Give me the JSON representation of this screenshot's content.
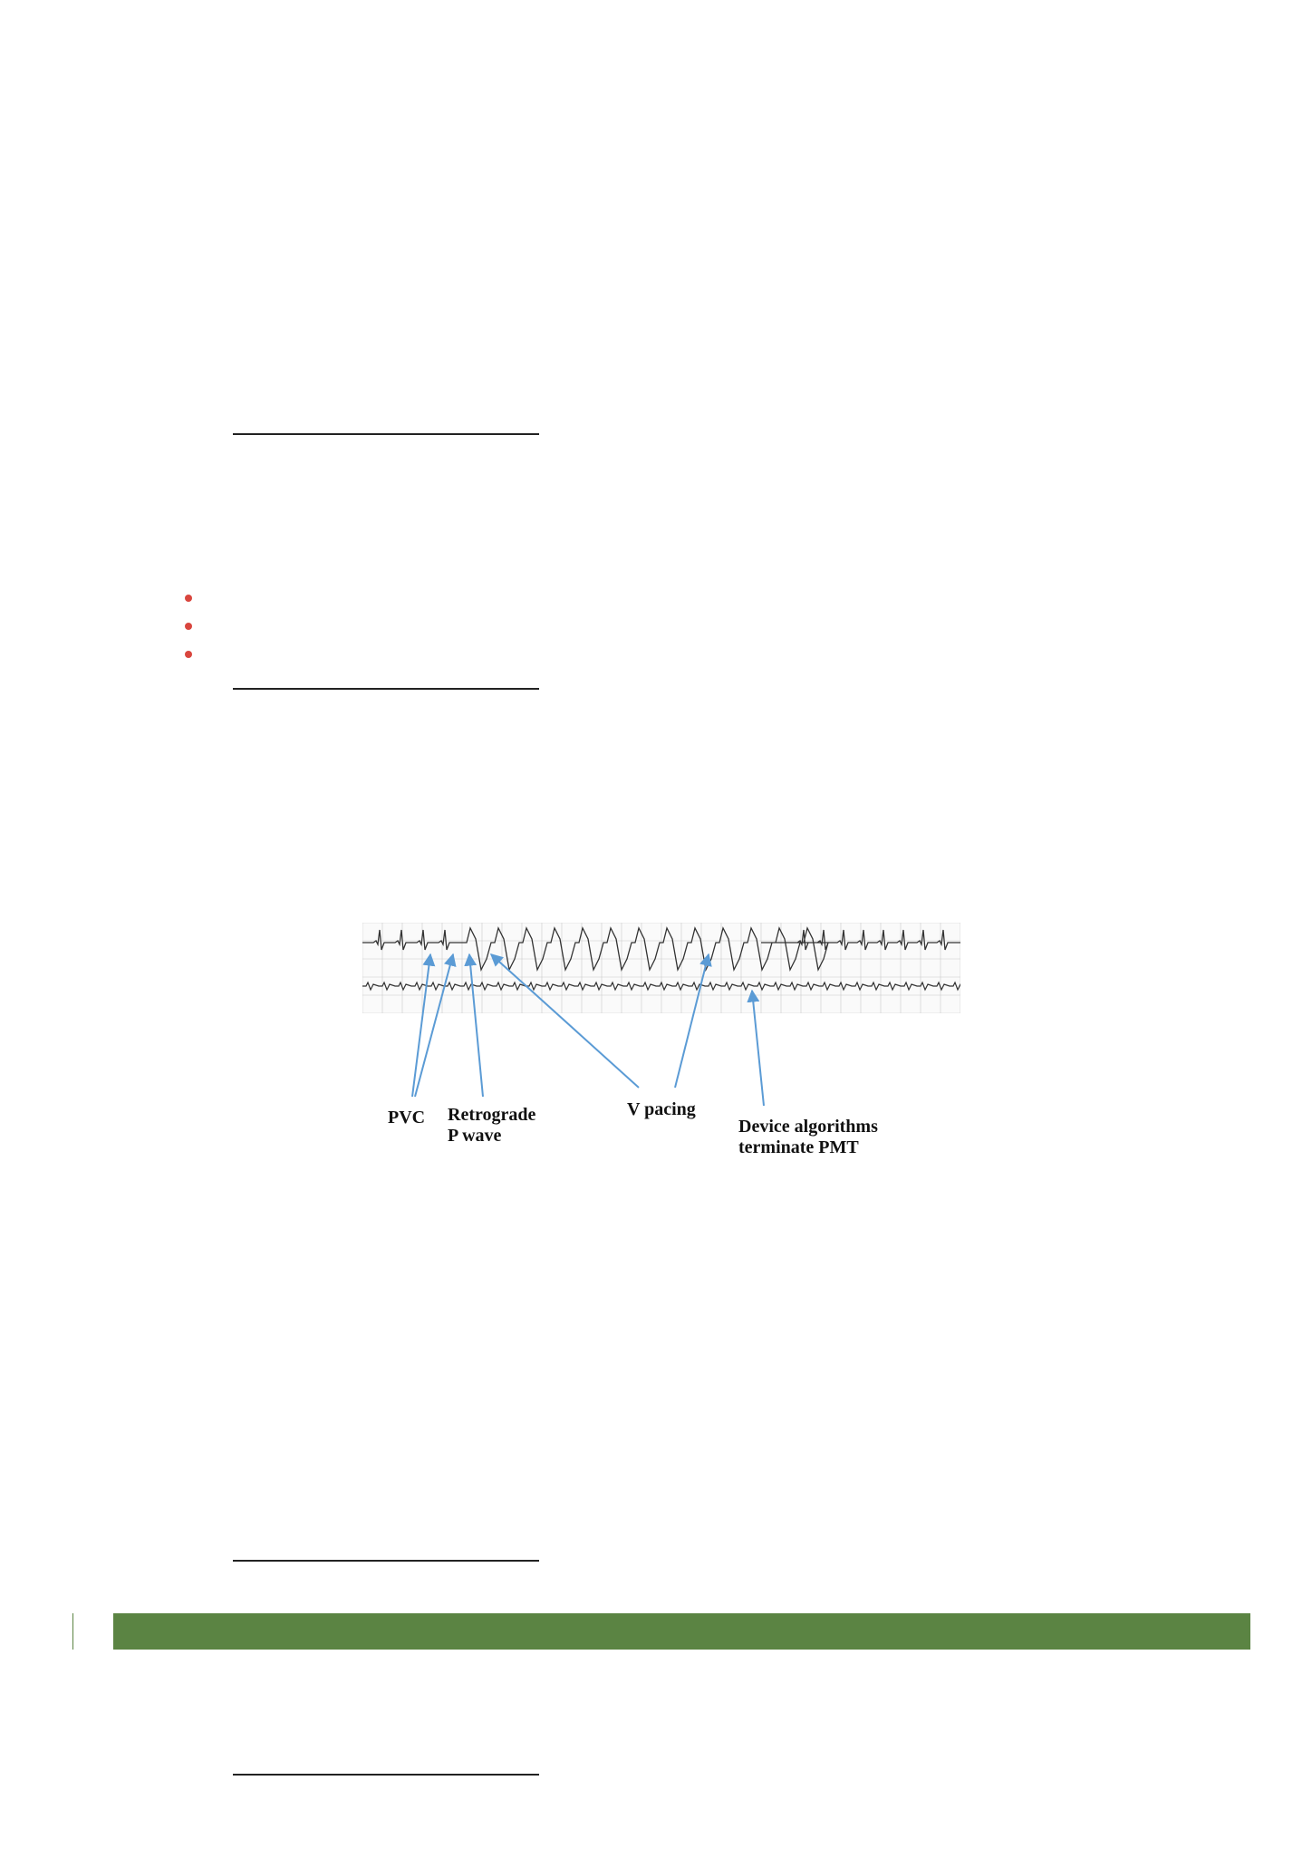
{
  "figure": {
    "labels": {
      "pvc": "PVC",
      "retrograde_p_wave": "Retrograde\nP wave",
      "v_pacing": "V pacing",
      "device_algorithms": "Device algorithms\nterminate PMT"
    },
    "colors": {
      "arrow": "#5b9bd5",
      "ecg_grid": "#c9c9c9",
      "ecg_trace": "#333333"
    }
  },
  "colors": {
    "bullet": "#d9463e",
    "section_bar": "#5b8443"
  }
}
